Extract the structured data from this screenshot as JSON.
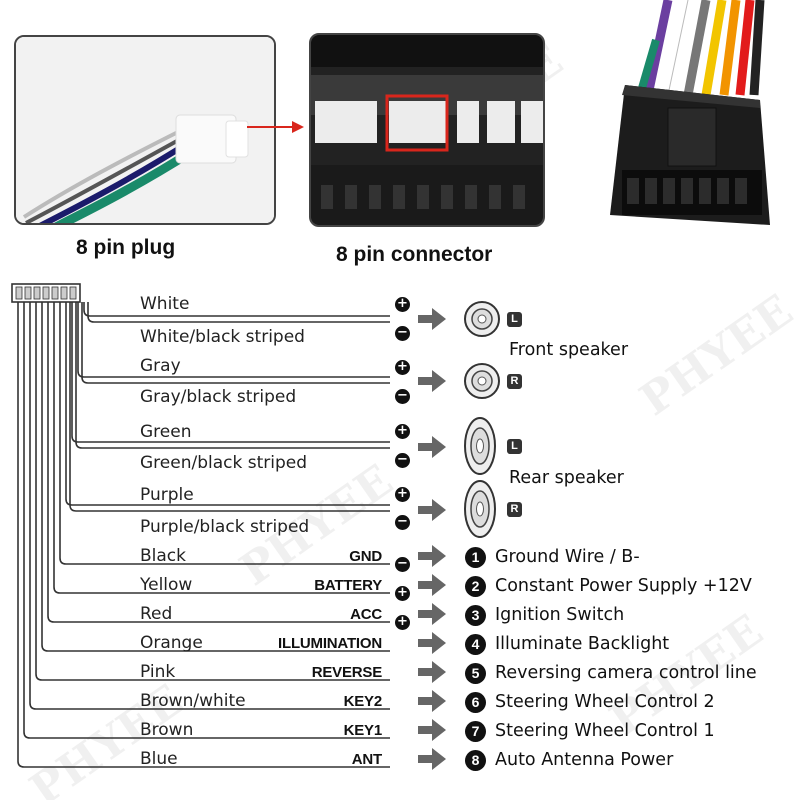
{
  "watermark": "PHYEE",
  "photos": {
    "plug_caption": "8 pin plug",
    "connector_caption": "8 pin connector"
  },
  "speakers": {
    "front": "Front speaker",
    "rear": "Rear speaker",
    "left_badge": "L",
    "right_badge": "R",
    "plus": "+",
    "minus": "−"
  },
  "wires": [
    {
      "label": "White"
    },
    {
      "label": "White/black striped"
    },
    {
      "label": "Gray"
    },
    {
      "label": "Gray/black striped"
    },
    {
      "label": "Green"
    },
    {
      "label": "Green/black striped"
    },
    {
      "label": "Purple"
    },
    {
      "label": "Purple/black striped"
    }
  ],
  "functions": [
    {
      "color": "Black",
      "code": "GND",
      "num": "1",
      "desc": "Ground Wire / B-"
    },
    {
      "color": "Yellow",
      "code": "BATTERY",
      "num": "2",
      "desc": "Constant Power Supply +12V"
    },
    {
      "color": "Red",
      "code": "ACC",
      "num": "3",
      "desc": "Ignition Switch"
    },
    {
      "color": "Orange",
      "code": "ILLUMINATION",
      "num": "4",
      "desc": "Illuminate Backlight"
    },
    {
      "color": "Pink",
      "code": "REVERSE",
      "num": "5",
      "desc": "Reversing camera control line"
    },
    {
      "color": "Brown/white",
      "code": "KEY2",
      "num": "6",
      "desc": "Steering Wheel Control 2"
    },
    {
      "color": "Brown",
      "code": "KEY1",
      "num": "7",
      "desc": "Steering Wheel Control 1"
    },
    {
      "color": "Blue",
      "code": "ANT",
      "num": "8",
      "desc": "Auto  Antenna Power"
    }
  ],
  "colors": {
    "arrow_red": "#d9261c",
    "arrow_gray": "#666666",
    "harness_stroke": "#333333"
  }
}
